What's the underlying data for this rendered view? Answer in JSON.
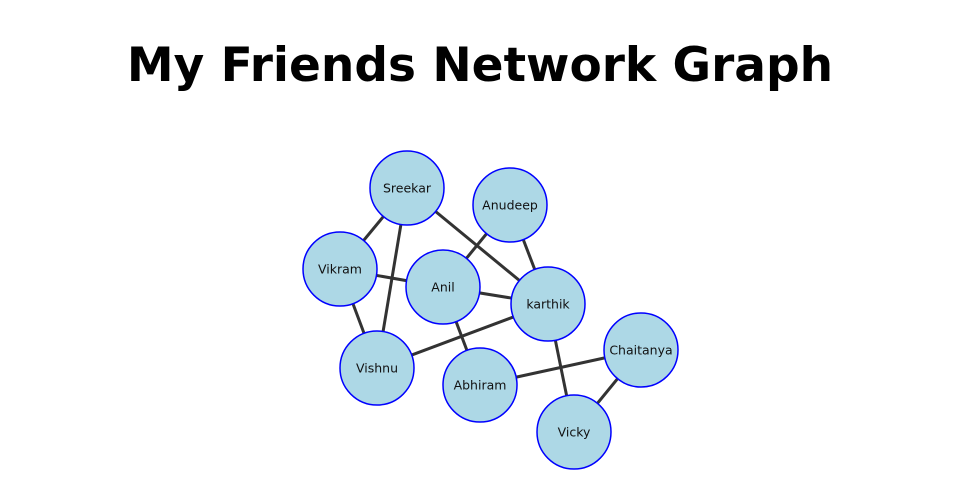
{
  "title": "My Friends Network Graph",
  "colors": {
    "node_fill": "#add8e6",
    "node_stroke": "#0000ff",
    "edge": "#333333"
  },
  "nodes": [
    {
      "id": "sreekar",
      "label": "Sreekar"
    },
    {
      "id": "anudeep",
      "label": "Anudeep"
    },
    {
      "id": "vikram",
      "label": "Vikram"
    },
    {
      "id": "anil",
      "label": "Anil"
    },
    {
      "id": "karthik",
      "label": "karthik"
    },
    {
      "id": "chaitanya",
      "label": "Chaitanya"
    },
    {
      "id": "vishnu",
      "label": "Vishnu"
    },
    {
      "id": "abhiram",
      "label": "Abhiram"
    },
    {
      "id": "vicky",
      "label": "Vicky"
    }
  ],
  "edges": [
    [
      "sreekar",
      "vikram"
    ],
    [
      "sreekar",
      "vishnu"
    ],
    [
      "sreekar",
      "karthik"
    ],
    [
      "anudeep",
      "anil"
    ],
    [
      "anudeep",
      "karthik"
    ],
    [
      "vikram",
      "anil"
    ],
    [
      "vikram",
      "vishnu"
    ],
    [
      "anil",
      "karthik"
    ],
    [
      "anil",
      "abhiram"
    ],
    [
      "karthik",
      "vishnu"
    ],
    [
      "karthik",
      "vicky"
    ],
    [
      "abhiram",
      "chaitanya"
    ],
    [
      "chaitanya",
      "vicky"
    ]
  ]
}
